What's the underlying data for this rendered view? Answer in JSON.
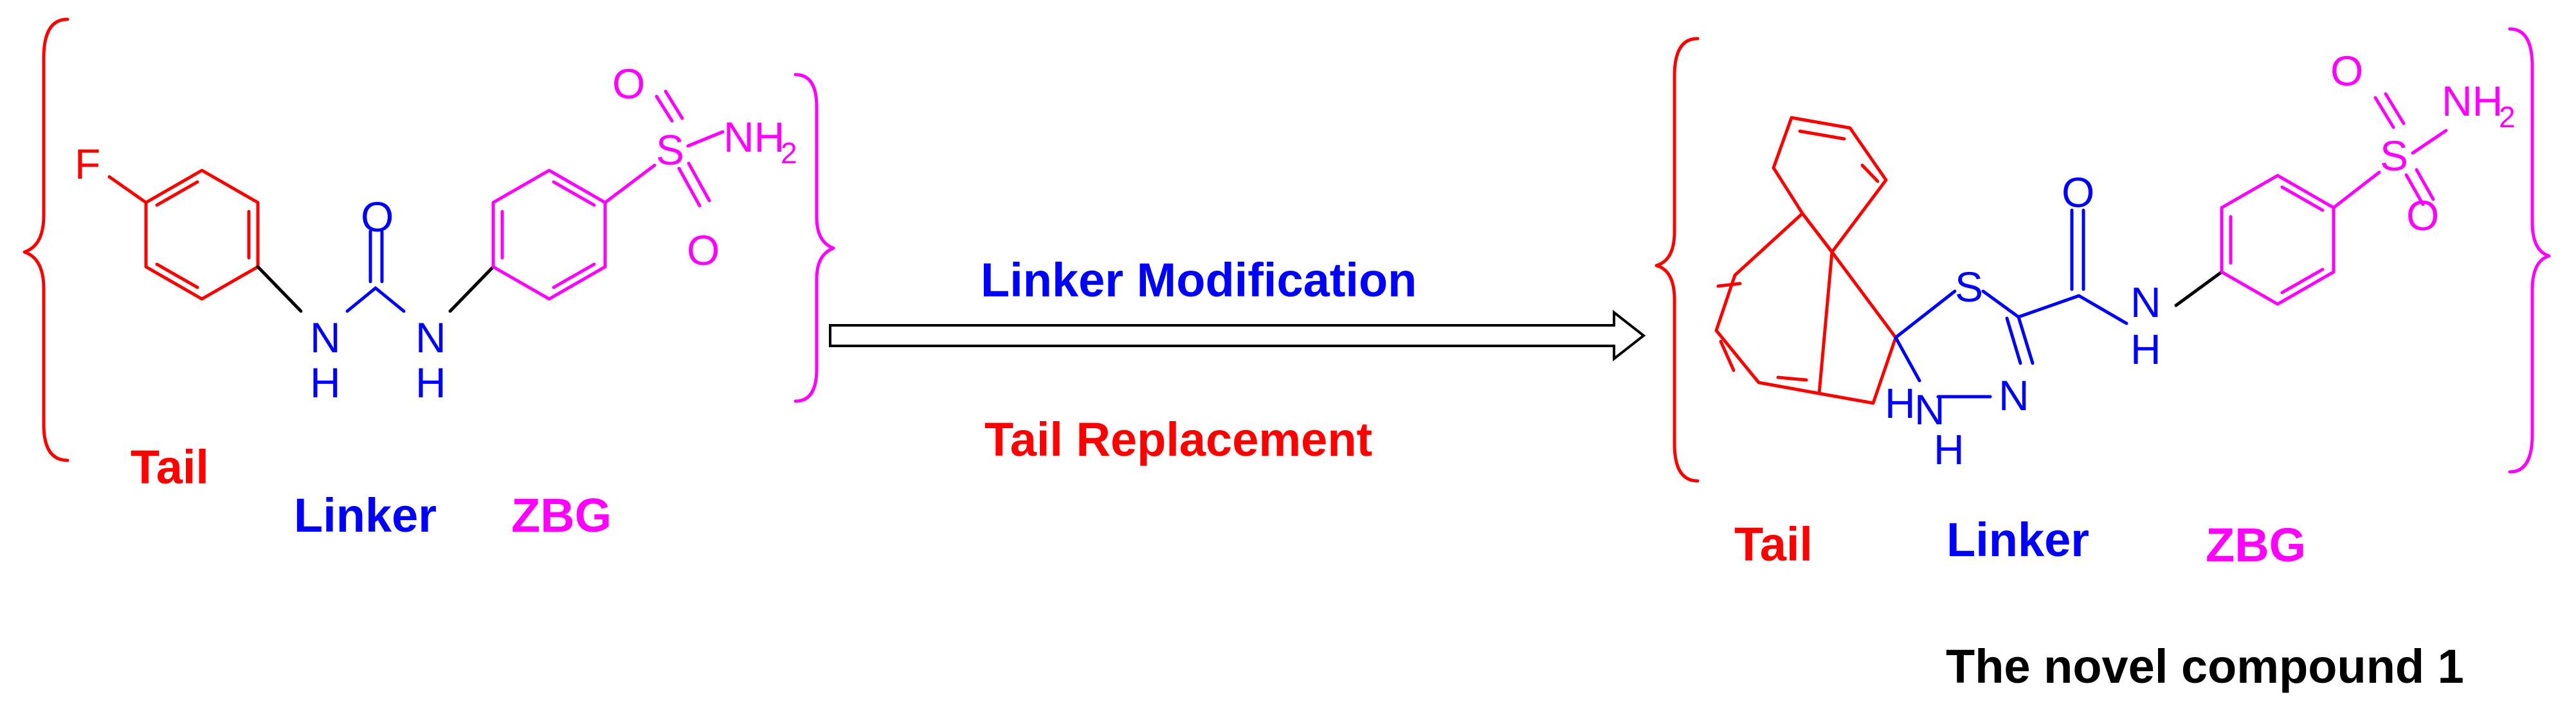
{
  "colors": {
    "tail": "#ff0000",
    "linker": "#0000ff",
    "zbg": "#ff00ff",
    "bond": "#000000",
    "arrow": "#000000"
  },
  "left": {
    "atoms": {
      "F": "F",
      "O": "O",
      "N": "N",
      "H": "H",
      "S": "S",
      "NH": "NH",
      "sub2": "2"
    },
    "labels": {
      "tail": "Tail",
      "linker": "Linker",
      "zbg": "ZBG"
    }
  },
  "arrow": {
    "top_label": "Linker Modification",
    "bottom_label": "Tail Replacement"
  },
  "right": {
    "atoms": {
      "S": "S",
      "N": "N",
      "H": "H",
      "O": "O",
      "NH": "NH",
      "sub2": "2"
    },
    "labels": {
      "tail": "Tail",
      "linker": "Linker",
      "zbg": "ZBG"
    },
    "title": "The novel compound 1"
  }
}
